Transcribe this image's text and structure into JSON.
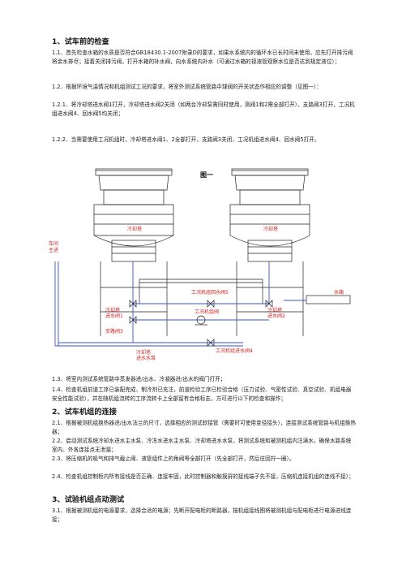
{
  "sections": [
    {
      "heading": "1、试车前的检查",
      "paras": [
        "1.1、首先检查水箱的水质是否符合GB18430.1-2007附录D的要求，如果水系统内的循环水已长时间未使用，应先打开排污阀将余水排尽；接着关闭排污阀，打开水箱的补水阀，向水系统内补水（可通过水箱的视液管观察水位是否达到规定液位）；",
        "1.2、根据环境气温情况和机组测试工况的要求，将室外测试系统管路中球阀的开关状态作相应的调整（见图一）：",
        "1.2.1、将冷却塔进水阀1打开，冷却塔进水阀2关闭（如两台冷却泵需同时使用，则阀1和2需全部打开），支路阀3打开，工况机组进水阀4、回水阀5均关闭；",
        "1.2.2、当需要使用工况机组时，冷却塔进水阀1、2全部打开，支路阀3关闭，工况机组进水阀4、回水阀5打开。"
      ]
    },
    {
      "heading": "",
      "paras": [
        "1.3、将室内测试系统管路中蒸发器进/出水、冷凝器进/出水的阀门打开；",
        "1.4、检查机组前道工序已装配完成、制冷剂已充注，前道检验工序已检验合格（压力试验、气密性试验、真空试验、机组电器安全性能试验），并在随机组流转的工序流转卡上全部留有合格标志，方可进行以下的检查和操作；"
      ]
    },
    {
      "heading": "2、试车机组的连接",
      "paras": [
        "2.1、根据被测机组换热器进/出水法兰的尺寸，选择相应的测试软接管（需要时可使用变径接头），连接测试系统管路与机组换热器；",
        "2.2、启动测试系统冷却水进水主水泵、冷冻水进水主水泵、冷却塔进水水泵，将测试系统和被测机组内注满水，确保水路系统室内、外各连接点无泄漏；",
        "2.3、将压缩机的吸气和排气截止阀、液管组件上的角阀等全部打开（先全部打开，然后往回拧一圈）。",
        "2.4、检查机组控制柜内所有接线是否正确、连接牢固，此时控制器和触摸屏的接线端子先不接，压缩机连接机组的连线不接）；"
      ]
    },
    {
      "heading": "3、试验机组点动测试",
      "paras": [
        "3.1、根据被测机组的电源要求，选择合适的电源；先断开配电柜的断路器，按机组接线图将被测机组与配电柜进行电源进线连接；"
      ]
    }
  ],
  "figure": {
    "title": "图一",
    "labels": {
      "inlet_main": "车间\n主进",
      "cooling_tank": "冷却塔",
      "valve_inlet_1": "冷却塔\n进水阀1",
      "branch_valve_3": "支路阀3",
      "valve_inlet_2": "冷却塔\n进水阀2",
      "pump_inlet": "冷却塔\n进水水泵",
      "unit_return_5": "工况机组回水阀5",
      "unit_valve": "工况机组阀",
      "unit_inlet_4": "工况机组进水阀4",
      "water_tank": "水箱"
    }
  }
}
